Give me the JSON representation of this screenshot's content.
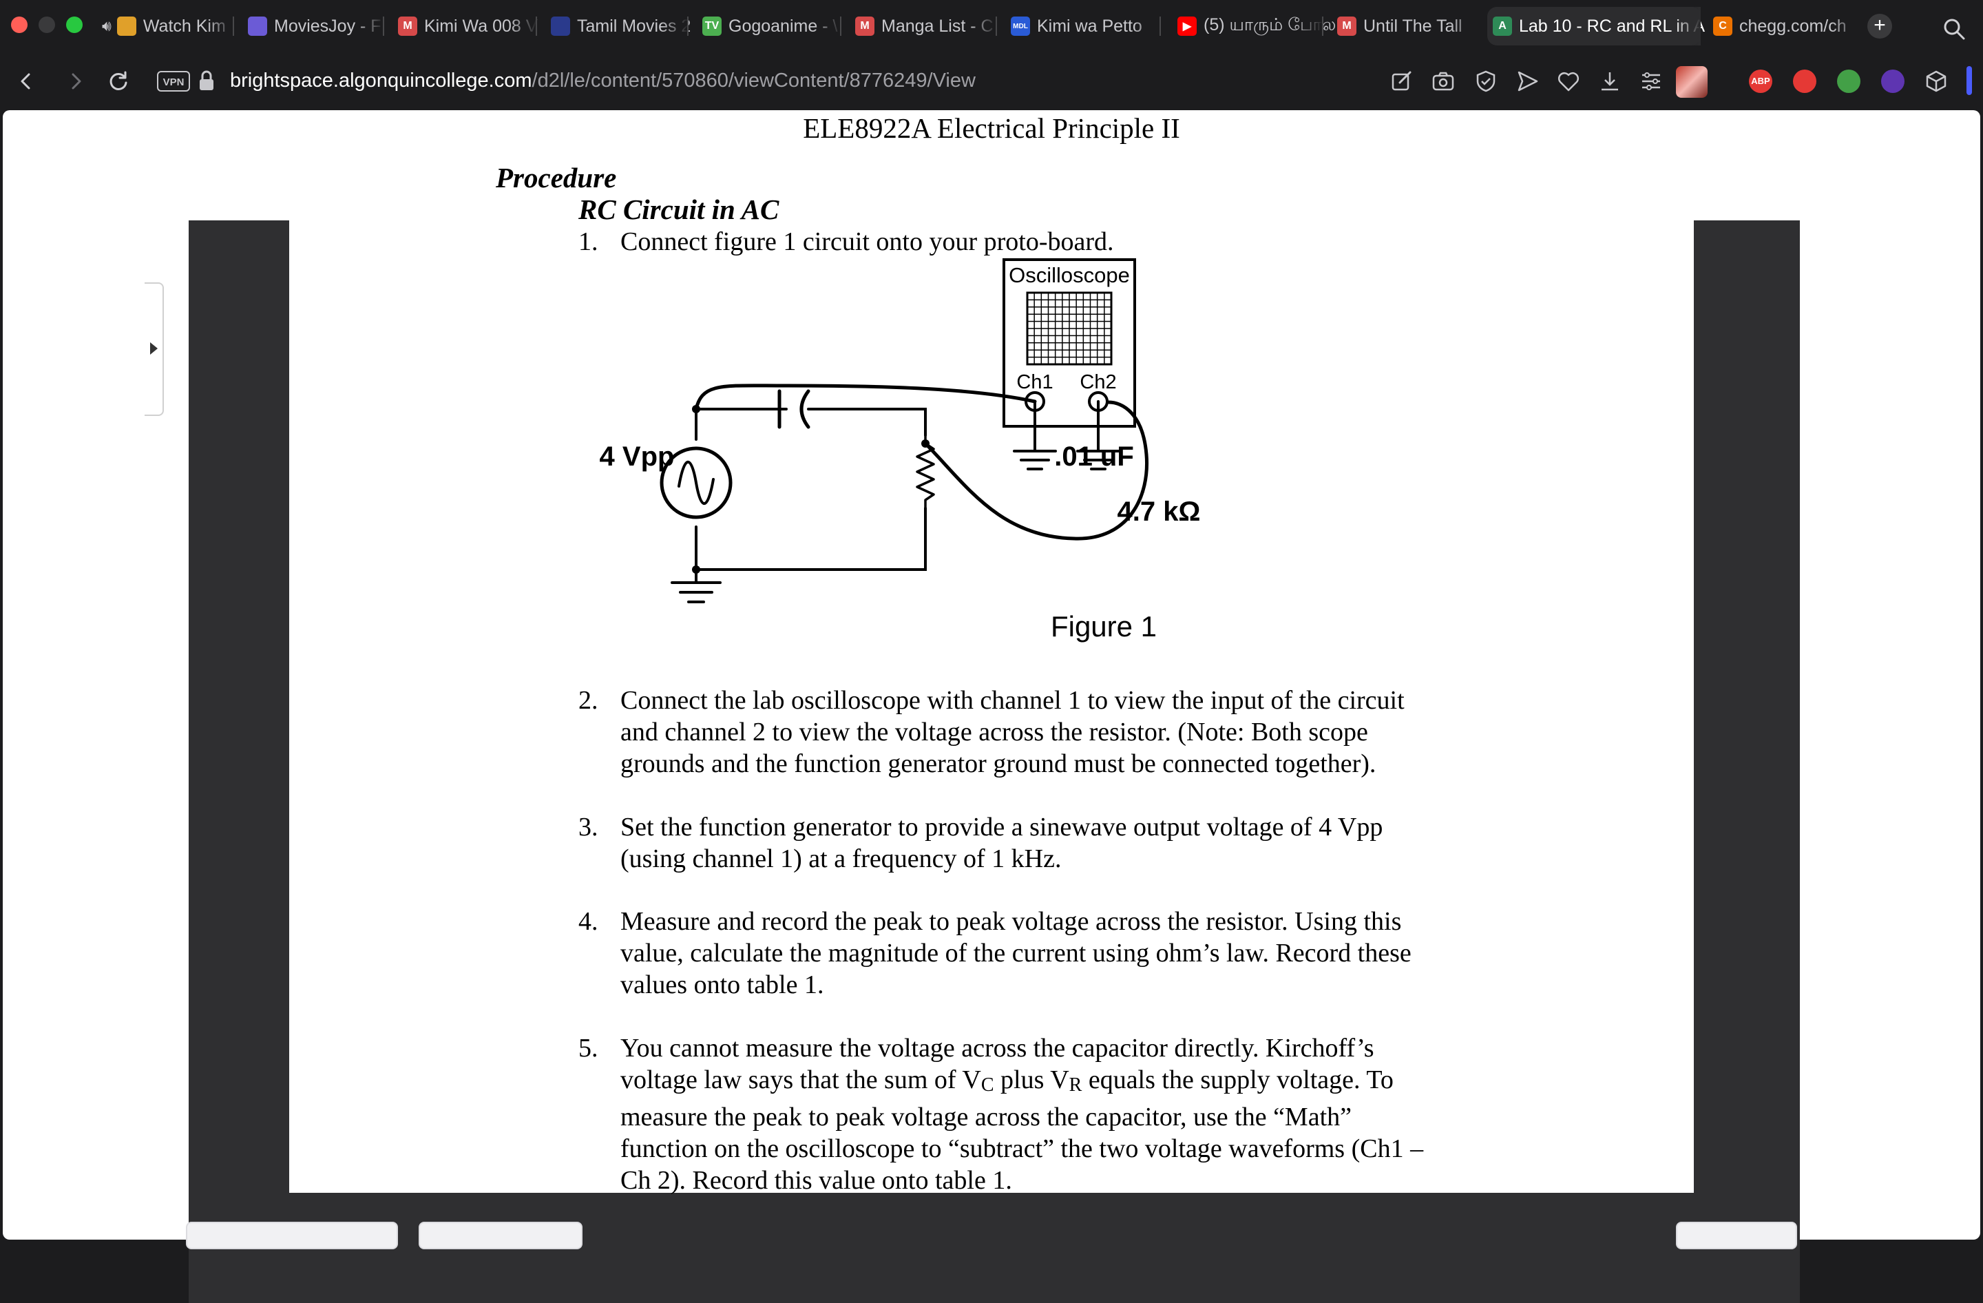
{
  "tabs": [
    {
      "title": "Watch Kim",
      "icon": "audio-speaker-icon",
      "color": "#e0a02a",
      "fav": "",
      "muted": true
    },
    {
      "title": "MoviesJoy - F",
      "icon": "moviesjoy-icon",
      "color": "#6b5bd6",
      "fav": ""
    },
    {
      "title": "Kimi Wa 008 V",
      "icon": "manga-m-icon",
      "color": "#d64a4a",
      "fav": "M"
    },
    {
      "title": "Tamil Movies 2",
      "icon": "tamil-movies-icon",
      "color": "#2a3a8c",
      "fav": ""
    },
    {
      "title": "Gogoanime - \\",
      "icon": "gogoanime-icon",
      "color": "#4caf50",
      "fav": "TV"
    },
    {
      "title": "Manga List - C",
      "icon": "manga-m-icon",
      "color": "#d64a4a",
      "fav": "M"
    },
    {
      "title": "Kimi wa Petto",
      "icon": "mdl-icon",
      "color": "#2a5bd6",
      "fav": "MDL"
    },
    {
      "title": "(5) யாரும் போல",
      "icon": "youtube-icon",
      "color": "#ff0000",
      "fav": "▶"
    },
    {
      "title": "Until The Tall",
      "icon": "manga-m-icon",
      "color": "#d64a4a",
      "fav": "M"
    },
    {
      "title": "Lab 10 - RC and RL in A",
      "icon": "brightspace-icon",
      "color": "#2e8b57",
      "fav": "A",
      "active": true
    },
    {
      "title": "chegg.com/ch",
      "icon": "chegg-icon",
      "color": "#eb7100",
      "fav": "C"
    }
  ],
  "toolbar": {
    "vpn_label": "VPN",
    "url_host": "brightspace.algonquincollege.com",
    "url_path": "/d2l/le/content/570860/viewContent/8776249/View"
  },
  "extensions": [
    {
      "name": "adblock-icon",
      "label": "ABP",
      "color": "#e53935"
    },
    {
      "name": "shield-extension-icon",
      "label": "",
      "color": "#e53935"
    },
    {
      "name": "green-shield-icon",
      "label": "",
      "color": "#43a047"
    },
    {
      "name": "purple-extension-icon",
      "label": "",
      "color": "#5e35b1"
    }
  ],
  "document": {
    "header": "ELE8922A Electrical Principle II",
    "procedure_title": "Procedure",
    "section_title": "RC Circuit in AC",
    "steps": [
      {
        "num": "1.",
        "lines": [
          "Connect figure 1 circuit onto your proto-board."
        ]
      },
      {
        "num": "2.",
        "lines": [
          "Connect the lab oscilloscope with channel 1 to view the input of the circuit",
          "and channel 2 to view the voltage across the resistor.  (Note: Both scope",
          "grounds and the function generator ground must be connected together)."
        ]
      },
      {
        "num": "3.",
        "lines": [
          "Set the function generator to provide a sinewave output voltage of 4 Vpp",
          "(using channel 1) at a frequency of 1 kHz."
        ]
      },
      {
        "num": "4.",
        "lines": [
          "Measure and record the peak to peak voltage across the resistor.  Using this",
          "value, calculate the magnitude of the current using ohm’s law. Record these",
          "values onto table 1."
        ]
      },
      {
        "num": "5.",
        "lines": [
          "You cannot measure the voltage across the capacitor directly.  Kirchoff’s",
          "voltage law says that the sum of V_C plus V_R equals the supply voltage.  To",
          "measure the peak to peak voltage across the capacitor, use the “Math”",
          "function on the oscilloscope to “subtract” the two voltage waveforms (Ch1 –",
          "Ch 2).  Record this value onto table 1."
        ]
      }
    ],
    "figure": {
      "oscilloscope_label": "Oscilloscope",
      "ch1_label": "Ch1",
      "ch2_label": "Ch2",
      "source_label": "4 Vpp",
      "capacitor_label": ".01 uF",
      "resistor_label": "4.7 kΩ",
      "caption": "Figure 1"
    }
  }
}
